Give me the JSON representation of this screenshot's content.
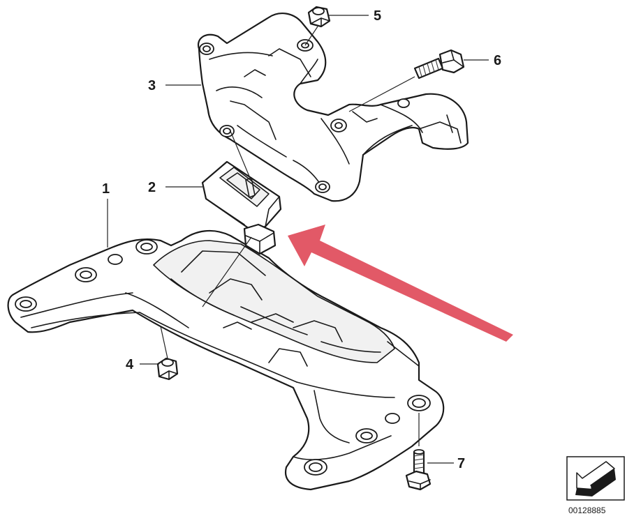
{
  "diagram": {
    "callouts": [
      {
        "id": "1",
        "label": "1"
      },
      {
        "id": "2",
        "label": "2"
      },
      {
        "id": "3",
        "label": "3"
      },
      {
        "id": "4",
        "label": "4"
      },
      {
        "id": "5",
        "label": "5"
      },
      {
        "id": "6",
        "label": "6"
      },
      {
        "id": "7",
        "label": "7"
      }
    ],
    "diagram_number": "00128885",
    "colors": {
      "line": "#1a1a1a",
      "highlight_arrow": "#e0505f",
      "background": "#ffffff"
    },
    "icons": {
      "highlight": "red-pointer-arrow-icon",
      "orientation": "direction-arrow-icon"
    }
  }
}
